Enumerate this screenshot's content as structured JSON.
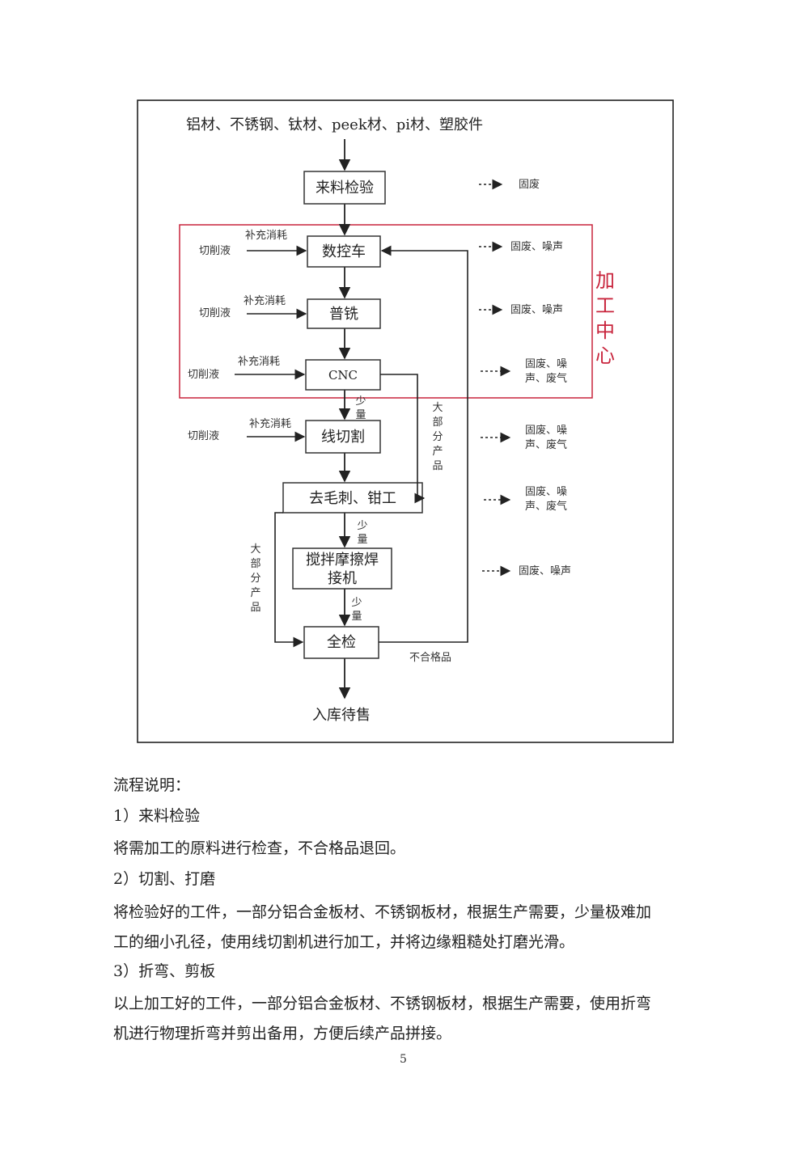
{
  "diagram": {
    "raw_materials": "铝材、不锈钢、钛材、peek材、pi材、塑胶件",
    "steps": {
      "inspection": "来料检验",
      "cnc_lathe": "数控车",
      "milling": "普铣",
      "cnc": "CNC",
      "wire_cut": "线切割",
      "deburr": "去毛刺、钳工",
      "weld_line1": "搅拌摩擦焊",
      "weld_line2": "接机",
      "full_inspection": "全检",
      "storage": "入库待售"
    },
    "inputs": {
      "cutting_fluid": "切削液",
      "supplement": "补充消耗"
    },
    "flow_labels": {
      "small_amount": "少量",
      "most_products": "大部分产品",
      "unqualified": "不合格品"
    },
    "outputs": {
      "solid_waste": "固废",
      "waste_noise": "固废、噪声",
      "waste_noise_gas_line1": "固废、噪",
      "waste_noise_gas_line2": "声、废气"
    },
    "processing_center": "加工中心"
  },
  "text": {
    "heading": "流程说明：",
    "s1_title": "1）来料检验",
    "s1_body": "将需加工的原料进行检查，不合格品退回。",
    "s2_title": "2）切割、打磨",
    "s2_body_1": "将检验好的工件，一部分铝合金板材、不锈钢板材，根据生产需要，少量极难加",
    "s2_body_2": "工的细小孔径，使用线切割机进行加工，并将边缘粗糙处打磨光滑。",
    "s3_title": "3）折弯、剪板",
    "s3_body_1": "以上加工好的工件，一部分铝合金板材、不锈钢板材，根据生产需要，使用折弯",
    "s3_body_2": "机进行物理折弯并剪出备用，方便后续产品拼接。"
  },
  "page_number": "5",
  "colors": {
    "highlight": "#c8243c",
    "line": "#333333"
  }
}
